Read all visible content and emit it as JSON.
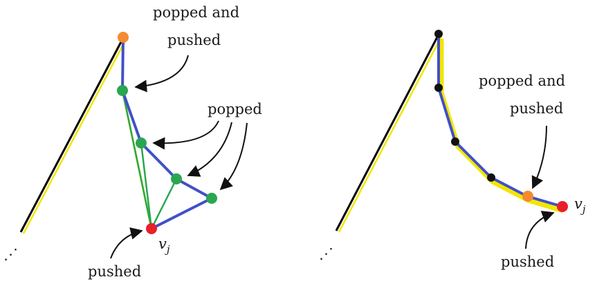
{
  "colors": {
    "black_edge": "#000000",
    "yellow_edge": "#f2e600",
    "blue_chain": "#4050c8",
    "green_diagonal": "#2aa650",
    "orange_vertex": "#f58a30",
    "green_vertex": "#2aa650",
    "red_vertex": "#e8202a",
    "black_vertex": "#111111",
    "arrow": "#111111"
  },
  "left_panel": {
    "label_top_line1": "popped and",
    "label_top_line2": "pushed",
    "label_middle": "popped",
    "label_bottom": "pushed",
    "vertex_label": "v",
    "vertex_subscript": "j",
    "dots": "⋰"
  },
  "right_panel": {
    "label_top_line1": "popped and",
    "label_top_line2": "pushed",
    "label_bottom": "pushed",
    "vertex_label": "v",
    "vertex_subscript": "j",
    "dots": "⋰"
  }
}
